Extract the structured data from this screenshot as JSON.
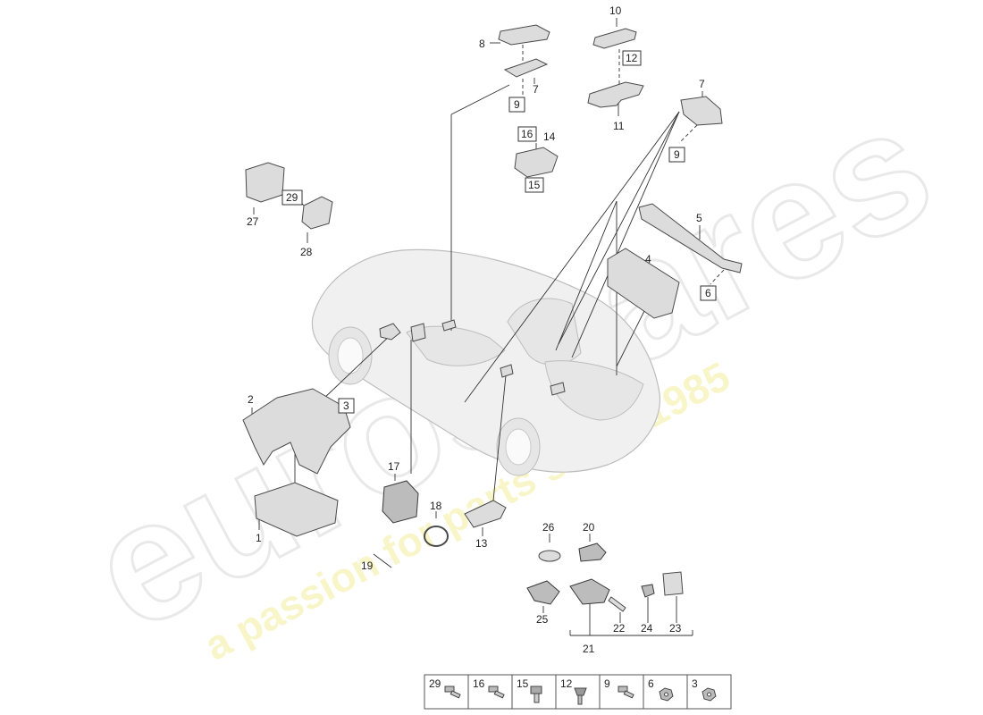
{
  "watermark": {
    "brand": "eurospares",
    "tagline": "a passion for parts since 1985"
  },
  "callouts": {
    "c1": "1",
    "c2": "2",
    "c3": "3",
    "c4": "4",
    "c5": "5",
    "c6": "6",
    "c7a": "7",
    "c7b": "7",
    "c8": "8",
    "c9a": "9",
    "c9b": "9",
    "c10": "10",
    "c11": "11",
    "c12": "12",
    "c13": "13",
    "c14": "14",
    "c15": "15",
    "c16": "16",
    "c17": "17",
    "c18": "18",
    "c19": "19",
    "c20": "20",
    "c21": "21",
    "c22": "22",
    "c23": "23",
    "c24": "24",
    "c25": "25",
    "c26": "26",
    "c27": "27",
    "c28": "28",
    "c29": "29"
  },
  "legend": [
    "29",
    "16",
    "15",
    "12",
    "9",
    "6",
    "3"
  ]
}
